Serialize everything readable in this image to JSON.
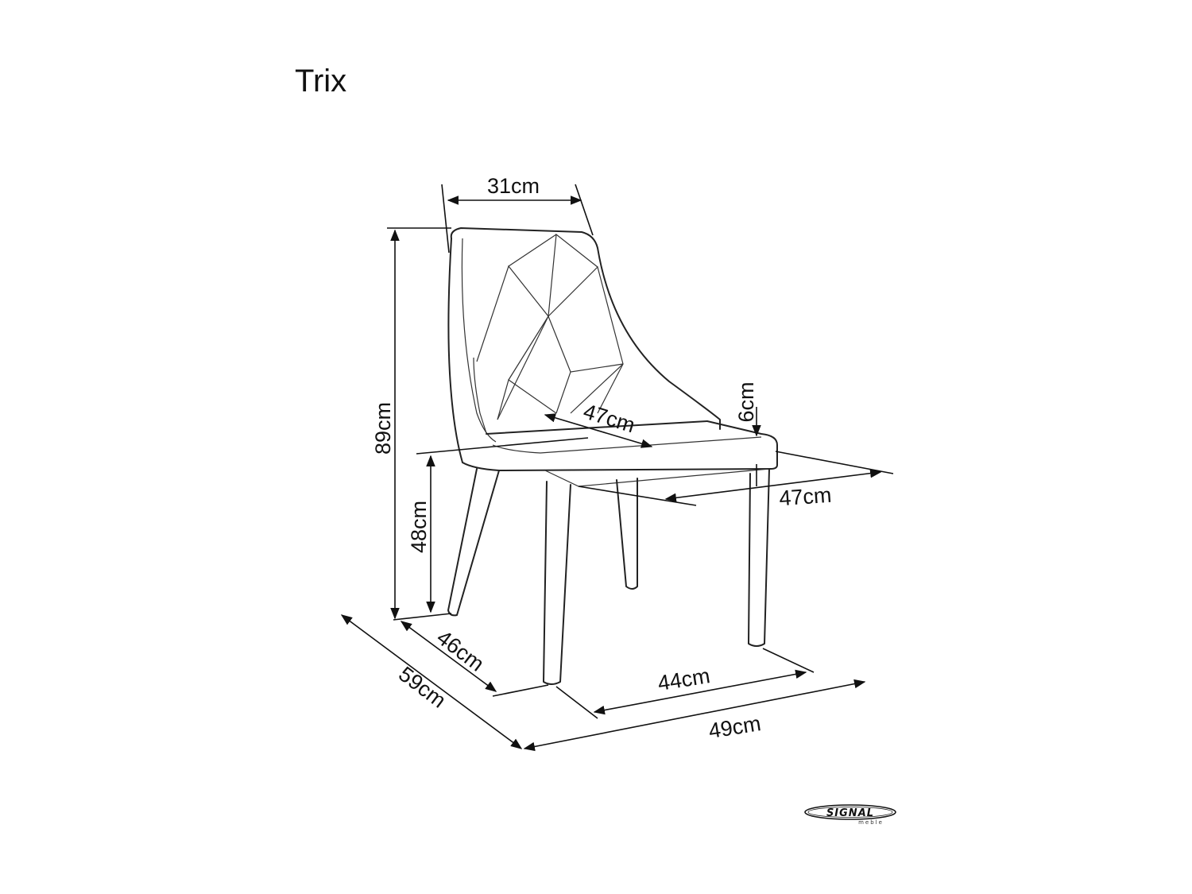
{
  "title": "Trix",
  "dimensions": {
    "backrest_width": "31cm",
    "total_height": "89cm",
    "backrest_height": "6cm",
    "seat_depth_inner": "47cm",
    "seat_width": "47cm",
    "seat_height": "48cm",
    "leg_depth": "46cm",
    "total_depth": "59cm",
    "leg_width": "44cm",
    "total_width": "49cm"
  },
  "logo": {
    "brand": "SIGNAL",
    "sub": "meble"
  }
}
